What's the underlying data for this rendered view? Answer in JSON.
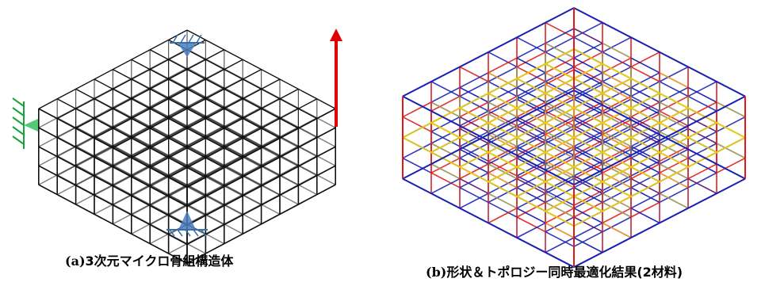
{
  "figure_a": {
    "caption_prefix": "(a)",
    "caption_text": "3次元マイクロ骨組構造体",
    "colors": {
      "lattice": "#111111",
      "load_arrow": "#e00000",
      "left_support": "#1aa33a",
      "top_support": "#3a6ea8",
      "bottom_support": "#3a6ea8"
    }
  },
  "figure_b": {
    "caption_prefix": "(b)",
    "caption_text": "形状＆トポロジー同時最適化結果(2材料)",
    "colors": {
      "material_1": "#1a22b4",
      "material_2": "#e01818",
      "material_3": "#e8d020"
    }
  }
}
